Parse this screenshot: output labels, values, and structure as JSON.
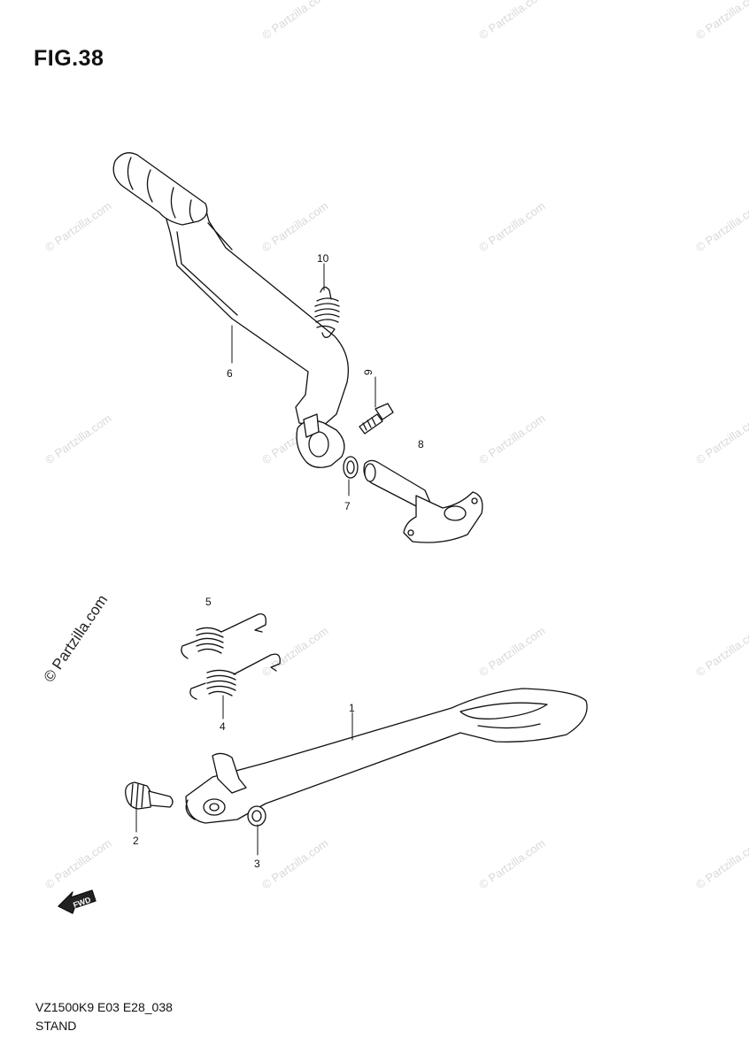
{
  "figure": {
    "title": "FIG.38"
  },
  "footer": {
    "code": "VZ1500K9 E03 E28_038",
    "name": "STAND"
  },
  "callouts": [
    "1",
    "2",
    "3",
    "4",
    "5",
    "6",
    "7",
    "8",
    "9",
    "10"
  ],
  "arrow": {
    "label": "FWD"
  },
  "watermark": {
    "text": "© Partzilla.com"
  }
}
